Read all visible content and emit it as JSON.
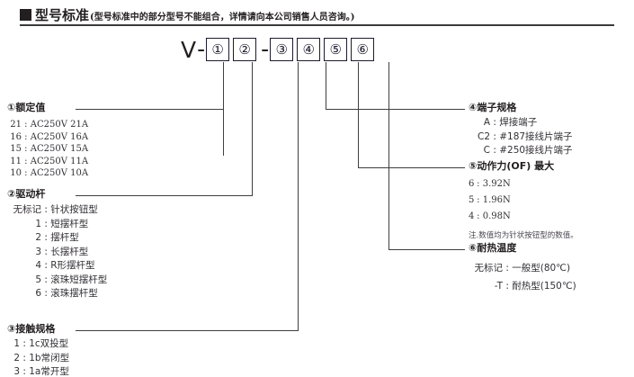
{
  "header": {
    "marker": "filled-square",
    "title": "型号标准",
    "note": "(型号标准中的部分型号不能组合，详情请向本公司销售人员咨询。)"
  },
  "model_code": {
    "prefix": "V",
    "dash1": "-",
    "dash2": "-",
    "boxes": [
      "①",
      "②",
      "③",
      "④",
      "⑤",
      "⑥"
    ]
  },
  "sections": {
    "rating": {
      "title": "①额定值",
      "rows": [
        {
          "key": "21",
          "sep": " : ",
          "value": "AC250V 21A"
        },
        {
          "key": "16",
          "sep": " : ",
          "value": "AC250V 16A"
        },
        {
          "key": "15",
          "sep": " : ",
          "value": "AC250V 15A"
        },
        {
          "key": "11",
          "sep": " : ",
          "value": "AC250V 11A"
        },
        {
          "key": "10",
          "sep": " : ",
          "value": "AC250V 10A"
        }
      ]
    },
    "lever": {
      "title": "②驱动杆",
      "rows": [
        {
          "key": "无标记",
          "sep": " : ",
          "value": "针状按钮型"
        },
        {
          "key": "1",
          "sep": " : ",
          "value": "短摆杆型"
        },
        {
          "key": "2",
          "sep": " : ",
          "value": "摆杆型"
        },
        {
          "key": "3",
          "sep": " : ",
          "value": "长摆杆型"
        },
        {
          "key": "4",
          "sep": " : ",
          "value": "R形摆杆型"
        },
        {
          "key": "5",
          "sep": " : ",
          "value": "滚珠短摆杆型"
        },
        {
          "key": "6",
          "sep": " : ",
          "value": "滚珠摆杆型"
        }
      ]
    },
    "contact": {
      "title": "③接触规格",
      "rows": [
        {
          "key": "1",
          "sep": " : ",
          "value": "1c双投型"
        },
        {
          "key": "2",
          "sep": " : ",
          "value": "1b常闭型"
        },
        {
          "key": "3",
          "sep": " : ",
          "value": "1a常开型"
        }
      ]
    },
    "terminal": {
      "title": "④端子规格",
      "rows": [
        {
          "key": "A",
          "sep": " : ",
          "value": "焊接端子"
        },
        {
          "key": "C2",
          "sep": " : ",
          "value": "#187接线片端子"
        },
        {
          "key": "C",
          "sep": " : ",
          "value": "#250接线片端子"
        }
      ]
    },
    "force": {
      "title": "⑤动作力(OF) 最大",
      "rows": [
        {
          "key": "6",
          "sep": " : ",
          "value": "3.92N"
        },
        {
          "key": "5",
          "sep": " : ",
          "value": "1.96N"
        },
        {
          "key": "4",
          "sep": " : ",
          "value": "0.98N"
        }
      ],
      "note": "注.数值均为针状按钮型的数值。"
    },
    "heat": {
      "title": "⑥耐热温度",
      "rows": [
        {
          "key": "无标记",
          "sep": " : ",
          "value": "一般型(80℃)"
        },
        {
          "key": "-T",
          "sep": " : ",
          "value": "耐热型(150℃)"
        }
      ]
    }
  },
  "colors": {
    "text": "#231f20",
    "line": "#3f3f3f",
    "box_border": "#1c1c2e",
    "body_text": "#333035"
  }
}
